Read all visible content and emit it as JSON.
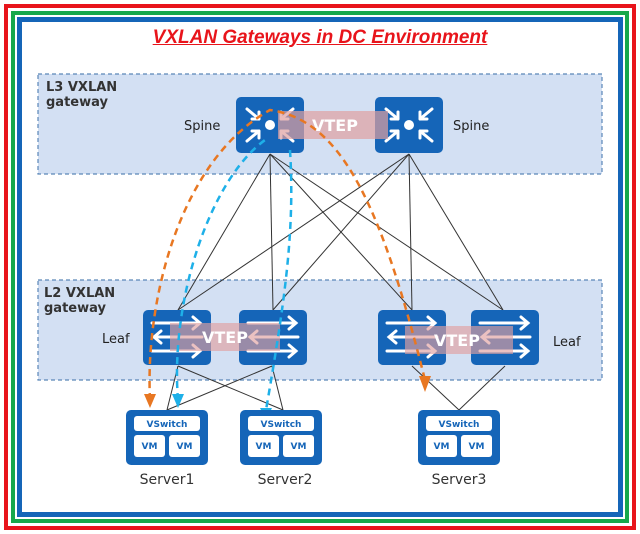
{
  "title": "VXLAN Gateways in DC Environment",
  "colors": {
    "frame_outer": "#e8141b",
    "frame_middle": "#17a84a",
    "frame_inner": "#1565b8",
    "title": "#e8141b",
    "device": "#1565b8",
    "zone_fill": "#d3e0f3",
    "vtep_tunnel": "#e0a0a0",
    "path_orange": "#e87722",
    "path_blue": "#1eb0e8"
  },
  "zones": {
    "l3": {
      "label_line1": "L3 VXLAN",
      "label_line2": "gateway"
    },
    "l2": {
      "label_line1": "L2 VXLAN",
      "label_line2": "gateway"
    }
  },
  "spines": [
    {
      "label": "Spine",
      "icon": "router-icon"
    },
    {
      "label": "Spine",
      "icon": "router-icon"
    }
  ],
  "spine_vtep": {
    "label": "VTEP"
  },
  "leaves": [
    {
      "label": "Leaf",
      "icon": "switch-icon"
    },
    {
      "label": "",
      "icon": "switch-icon"
    },
    {
      "label": "",
      "icon": "switch-icon"
    },
    {
      "label": "Leaf",
      "icon": "switch-icon"
    }
  ],
  "leaf_vteps": [
    {
      "label": "VTEP"
    },
    {
      "label": "VTEP"
    }
  ],
  "servers": [
    {
      "label": "Server1",
      "vswitch": "VSwitch",
      "vm1": "VM",
      "vm2": "VM"
    },
    {
      "label": "Server2",
      "vswitch": "VSwitch",
      "vm1": "VM",
      "vm2": "VM"
    },
    {
      "label": "Server3",
      "vswitch": "VSwitch",
      "vm1": "VM",
      "vm2": "VM"
    }
  ]
}
